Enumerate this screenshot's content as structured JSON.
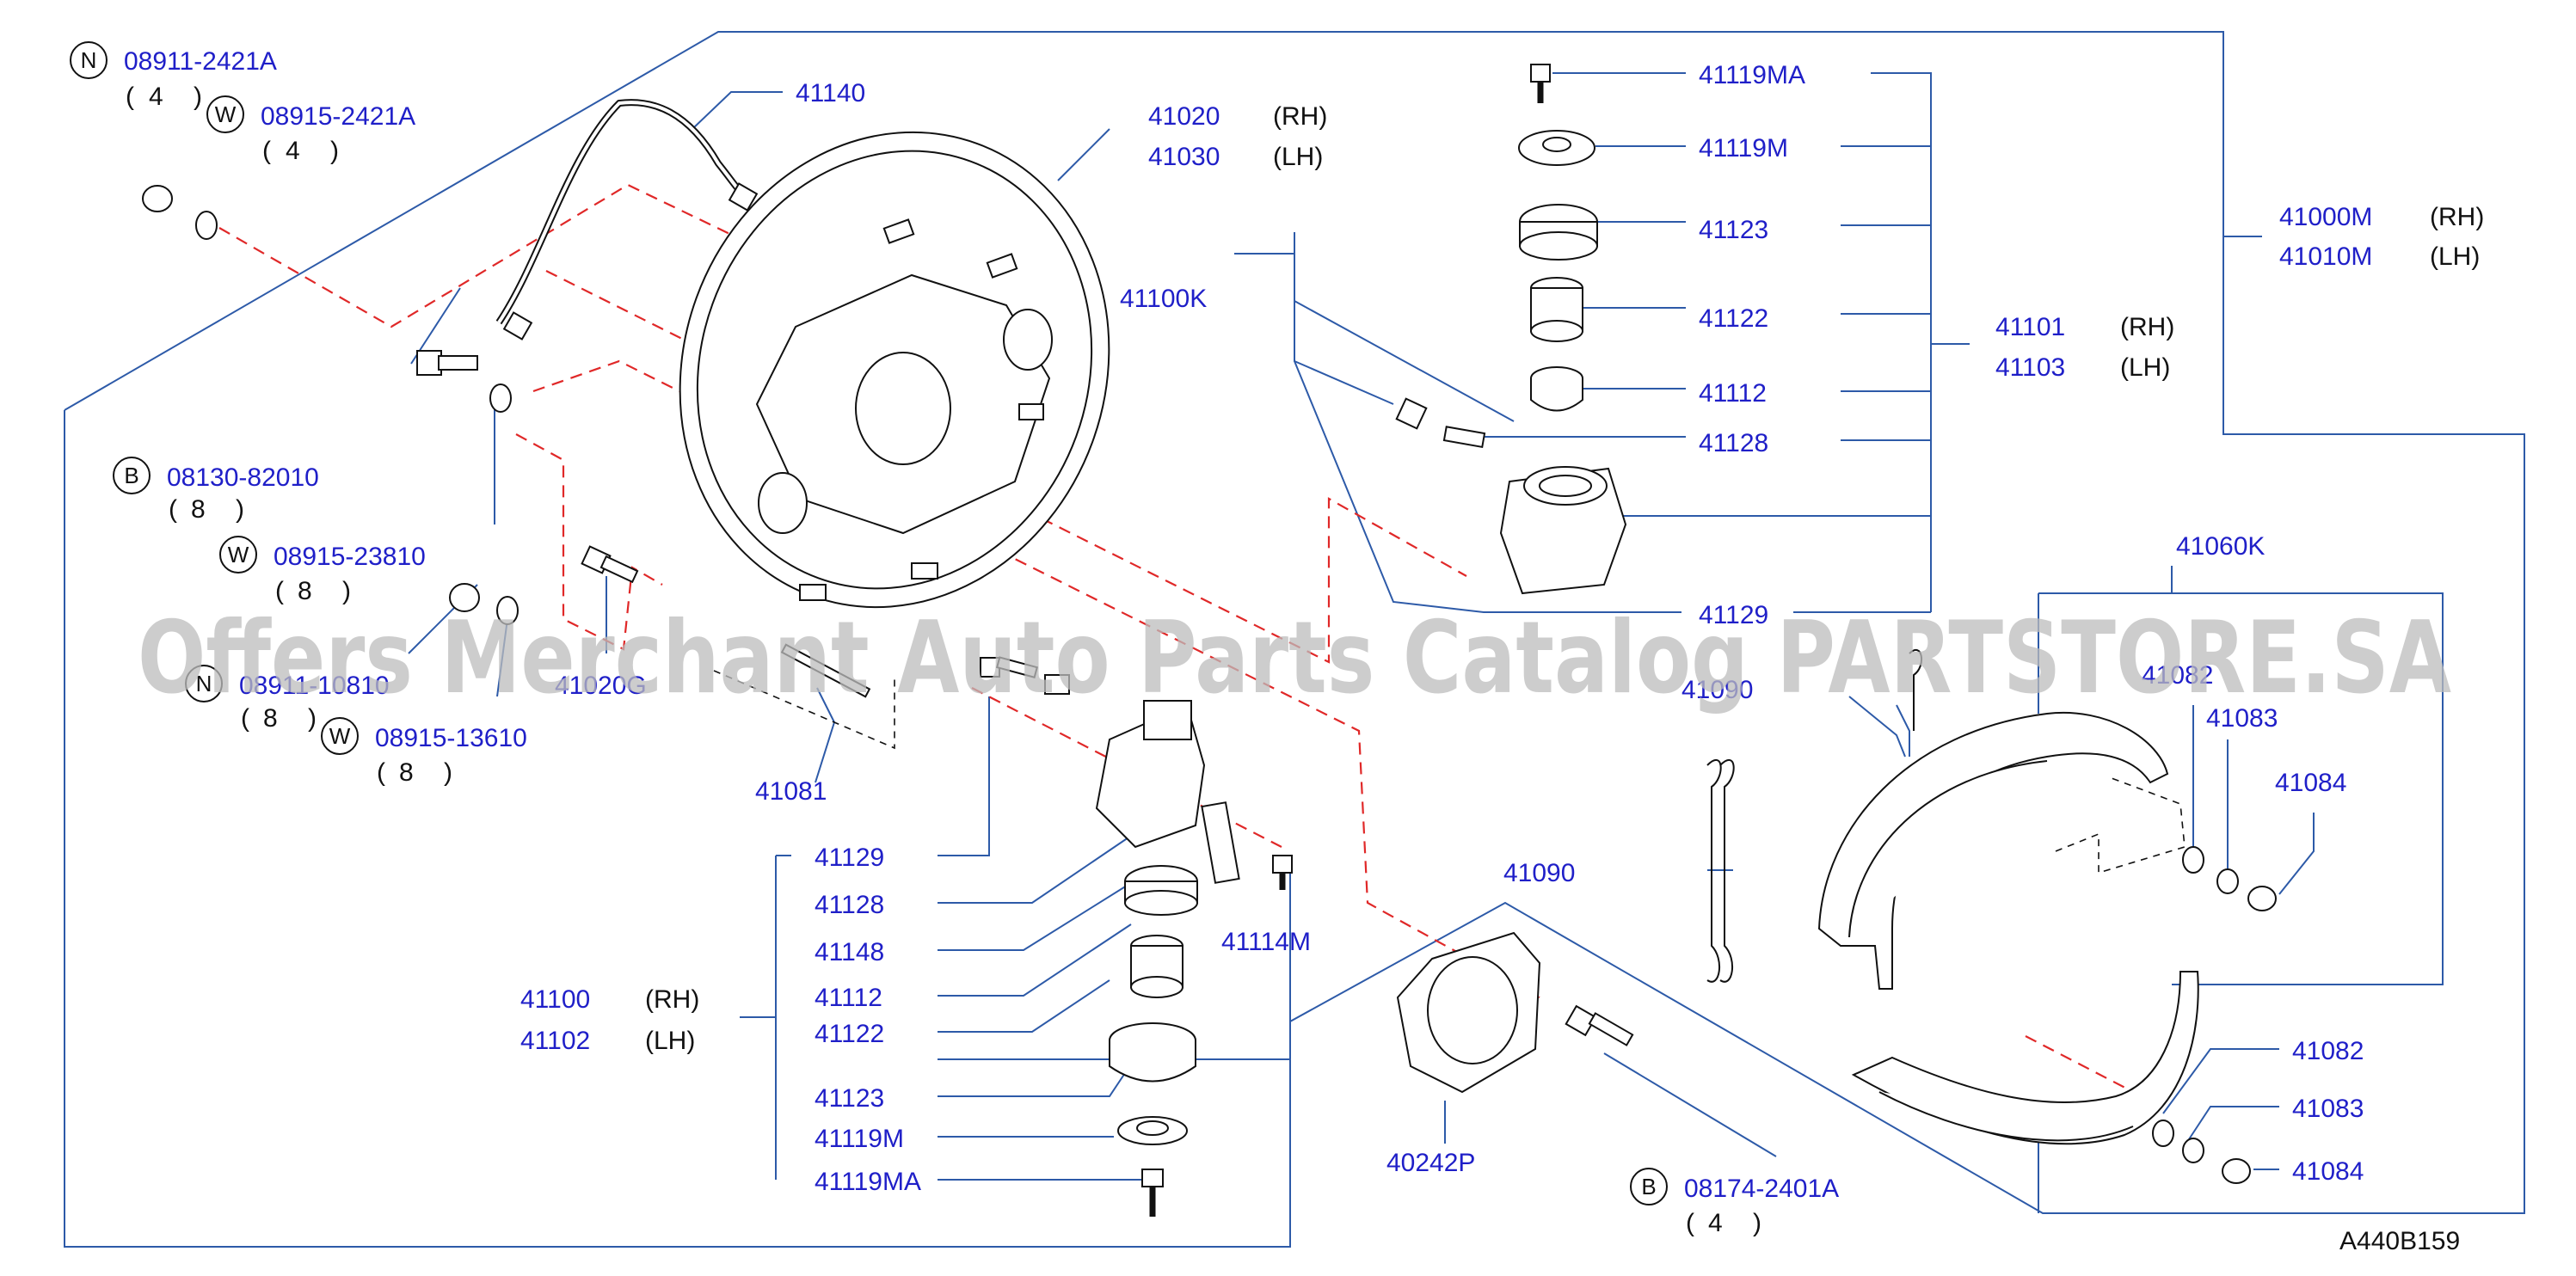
{
  "callouts": [
    {
      "id": "c1",
      "letter": "N",
      "part": "08911-2421A",
      "qty": "4"
    },
    {
      "id": "c2",
      "letter": "W",
      "part": "08915-2421A",
      "qty": "4"
    },
    {
      "id": "c3",
      "letter": "B",
      "part": "08130-82010",
      "qty": "8"
    },
    {
      "id": "c4",
      "letter": "W",
      "part": "08915-23810",
      "qty": "8"
    },
    {
      "id": "c5",
      "letter": "N",
      "part": "08911-10810",
      "qty": "8"
    },
    {
      "id": "c6",
      "letter": "W",
      "part": "08915-13610",
      "qty": "8"
    },
    {
      "id": "c7",
      "letter": "B",
      "part": "08174-2401A",
      "qty": "4"
    }
  ],
  "labels": {
    "p41140": "41140",
    "p41020": "41020",
    "p41030": "41030",
    "p41100k": "41100K",
    "p41119ma_top": "41119MA",
    "p41119m_top": "41119M",
    "p41123_top": "41123",
    "p41122_top": "41122",
    "p41112_top": "41112",
    "p41128_top": "41128",
    "p41129_top": "41129",
    "p41101": "41101",
    "p41103": "41103",
    "p41000m": "41000M",
    "p41010m": "41010M",
    "p41060k": "41060K",
    "p41090_a": "41090",
    "p41082_top": "41082",
    "p41083_top": "41083",
    "p41084_top": "41084",
    "p41090_b": "41090",
    "p41020g": "41020G",
    "p41081": "41081",
    "p41129_bot": "41129",
    "p41128_bot": "41128",
    "p41148": "41148",
    "p41112_bot": "41112",
    "p41122_bot": "41122",
    "p41123_bot": "41123",
    "p41119m_bot": "41119M",
    "p41119ma_bot": "41119MA",
    "p41114m": "41114M",
    "p41100": "41100",
    "p41102": "41102",
    "p40242p": "40242P",
    "p41082_bot": "41082",
    "p41083_bot": "41083",
    "p41084_bot": "41084"
  },
  "sides": {
    "rh": "(RH)",
    "lh": "(LH)"
  },
  "diagram_code": "A440B159",
  "watermark": "Offers Merchant Auto Parts Catalog PARTSTORE.SA"
}
